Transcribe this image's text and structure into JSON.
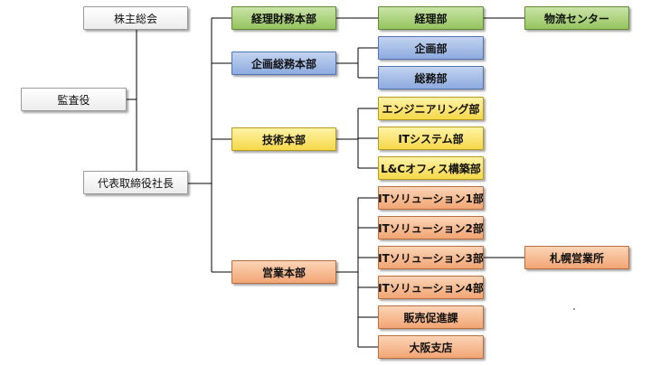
{
  "top": {
    "shareholders": "株主総会",
    "auditor": "監査役",
    "president": "代表取締役社長"
  },
  "divisions": {
    "accounting_finance": "経理財務本部",
    "planning_general": "企画総務本部",
    "technology": "技術本部",
    "sales": "営業本部"
  },
  "departments": {
    "accounting": "経理部",
    "planning": "企画部",
    "general_affairs": "総務部",
    "engineering": "エンジニアリング部",
    "it_system": "ITシステム部",
    "lc_office": "L&Cオフィス構築部",
    "it_solution_1": "ITソリューション1部",
    "it_solution_2": "ITソリューション2部",
    "it_solution_3": "ITソリューション3部",
    "it_solution_4": "ITソリューション4部",
    "sales_promotion": "販売促進課",
    "osaka_branch": "大阪支店"
  },
  "sub_units": {
    "logistics_center": "物流センター",
    "sapporo_office": "札幌営業所"
  },
  "colors": {
    "green": "#95c45e",
    "blue": "#8dabdf",
    "yellow": "#f5d84a",
    "orange": "#f2a574",
    "white": "#ffffff",
    "line": "#000000"
  }
}
